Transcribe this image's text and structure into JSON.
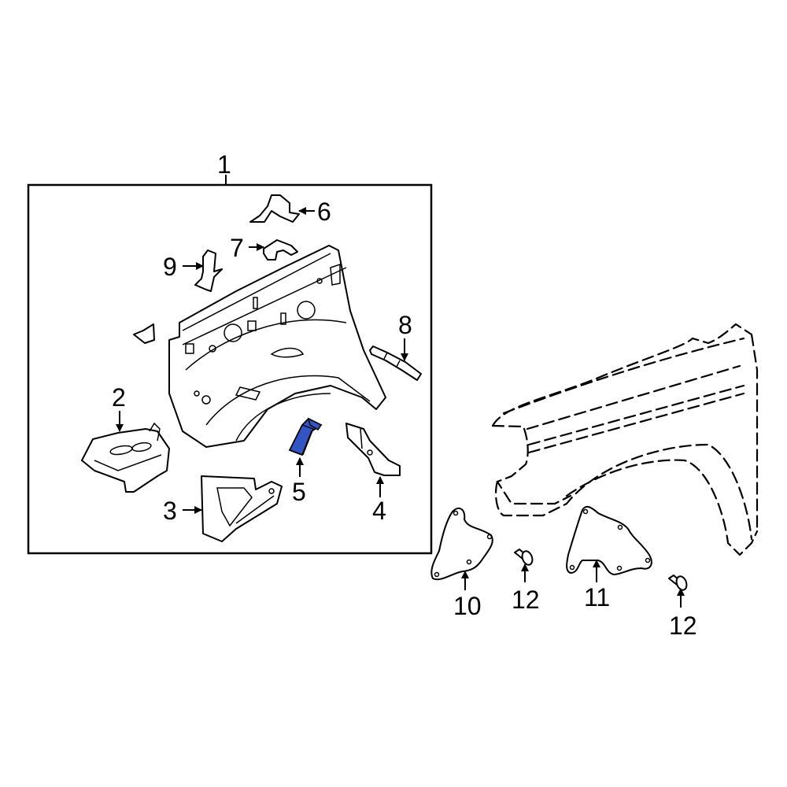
{
  "diagram": {
    "type": "exploded-parts-diagram",
    "subject": "Fender apron / inner structure assembly",
    "assembly_box_label": "1",
    "highlight_color": "#3355c4",
    "highlighted_part": "5",
    "callouts": [
      {
        "id": "c1",
        "label": "1",
        "part": "apron-assembly"
      },
      {
        "id": "c2",
        "label": "2",
        "part": "bracket-box"
      },
      {
        "id": "c3",
        "label": "3",
        "part": "lower-reinforcement"
      },
      {
        "id": "c4",
        "label": "4",
        "part": "brace"
      },
      {
        "id": "c5",
        "label": "5",
        "part": "reinforcement-highlighted"
      },
      {
        "id": "c6",
        "label": "6",
        "part": "upper-bracket"
      },
      {
        "id": "c7",
        "label": "7",
        "part": "small-bracket"
      },
      {
        "id": "c8",
        "label": "8",
        "part": "bolt-stud"
      },
      {
        "id": "c9",
        "label": "9",
        "part": "mount-bracket"
      },
      {
        "id": "c10",
        "label": "10",
        "part": "seal-left"
      },
      {
        "id": "c11",
        "label": "11",
        "part": "seal-right"
      },
      {
        "id": "c12a",
        "label": "12",
        "part": "clip"
      },
      {
        "id": "c12b",
        "label": "12",
        "part": "clip"
      }
    ]
  }
}
